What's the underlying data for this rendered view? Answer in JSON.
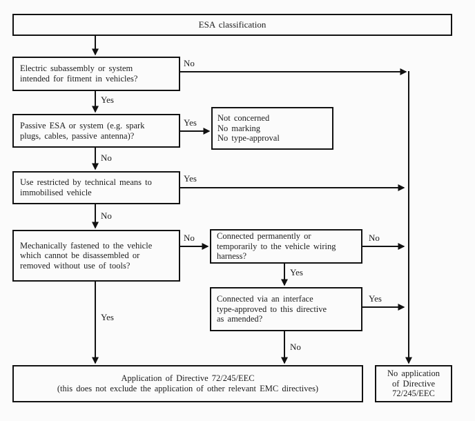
{
  "page": {
    "background_color": "#fbfbfb",
    "ink_color": "#1c1c1c",
    "border_color": "#111111"
  },
  "flowchart": {
    "labels": {
      "yes": "Yes",
      "no": "No"
    },
    "nodes": {
      "title": {
        "text": "ESA classification"
      },
      "q_fitment": {
        "text": "Electric subassembly or system\nintended for fitment in vehicles?"
      },
      "q_passive": {
        "text": "Passive ESA or system (e.g. spark\nplugs, cables, passive antenna)?"
      },
      "not_concerned": {
        "text": "Not concerned\nNo marking\nNo type-approval"
      },
      "q_restricted": {
        "text": "Use restricted by technical means to\nimmobilised vehicle"
      },
      "q_fastened": {
        "text": "Mechanically fastened to the vehicle\nwhich cannot be disassembled or\nremoved without use of tools?"
      },
      "q_harness": {
        "text": "Connected permanently or\ntemporarily to the vehicle wiring\nharness?"
      },
      "q_interface": {
        "text": "Connected via an interface\ntype-approved to this directive\nas amended?"
      },
      "application": {
        "text": "Application of Directive 72/245/EEC\n(this does not exclude the application of other relevant EMC directives)"
      },
      "no_application": {
        "text": "No application\nof Directive\n72/245/EEC"
      }
    }
  }
}
